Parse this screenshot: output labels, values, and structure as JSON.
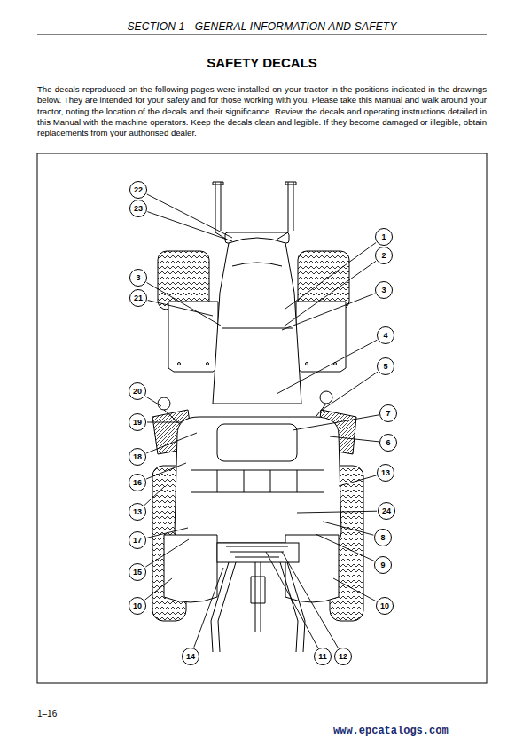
{
  "diagram": {
    "title": "SAFETY DECALS",
    "nodes": [
      {
        "text": [
          "22"
        ]
      },
      {
        "text": [
          "23"
        ]
      },
      {
        "text": [
          "1"
        ]
      },
      {
        "text": [
          "2"
        ]
      },
      {
        "text": [
          "3"
        ]
      },
      {
        "text": [
          "21"
        ]
      },
      {
        "text": [
          "3"
        ]
      },
      {
        "text": [
          "4"
        ]
      },
      {
        "text": [
          "5"
        ]
      },
      {
        "text": [
          "20"
        ]
      },
      {
        "text": [
          "7"
        ]
      },
      {
        "text": [
          "19"
        ]
      },
      {
        "text": [
          "6"
        ]
      },
      {
        "text": [
          "18"
        ]
      },
      {
        "text": [
          "13"
        ]
      },
      {
        "text": [
          "16"
        ]
      },
      {
        "text": [
          "13"
        ]
      },
      {
        "text": [
          "24"
        ]
      },
      {
        "text": [
          "17"
        ]
      },
      {
        "text": [
          "8"
        ]
      },
      {
        "text": [
          "15"
        ]
      },
      {
        "text": [
          "9"
        ]
      },
      {
        "text": [
          "10"
        ]
      },
      {
        "text": [
          "10"
        ]
      },
      {
        "text": [
          "14"
        ]
      },
      {
        "text": [
          "11"
        ]
      },
      {
        "text": [
          "12"
        ]
      }
    ],
    "labels": [
      "SECTION 1  - GENERAL INFORMATION AND SAFETY",
      "The decals reproduced on the following pages were installed on your tractor in the positions indicated in the drawings below. They are intended for your safety and for those working with you. Please take this Manual and walk around your tractor, noting the location of the decals and their significance. Review the decals and operating instructions detailed in this Manual with the machine operators. Keep the decals clean and legible. If they become damaged or illegible, obtain replacements from your authorised dealer.",
      "1–16",
      "www.epcatalogs.com"
    ]
  }
}
